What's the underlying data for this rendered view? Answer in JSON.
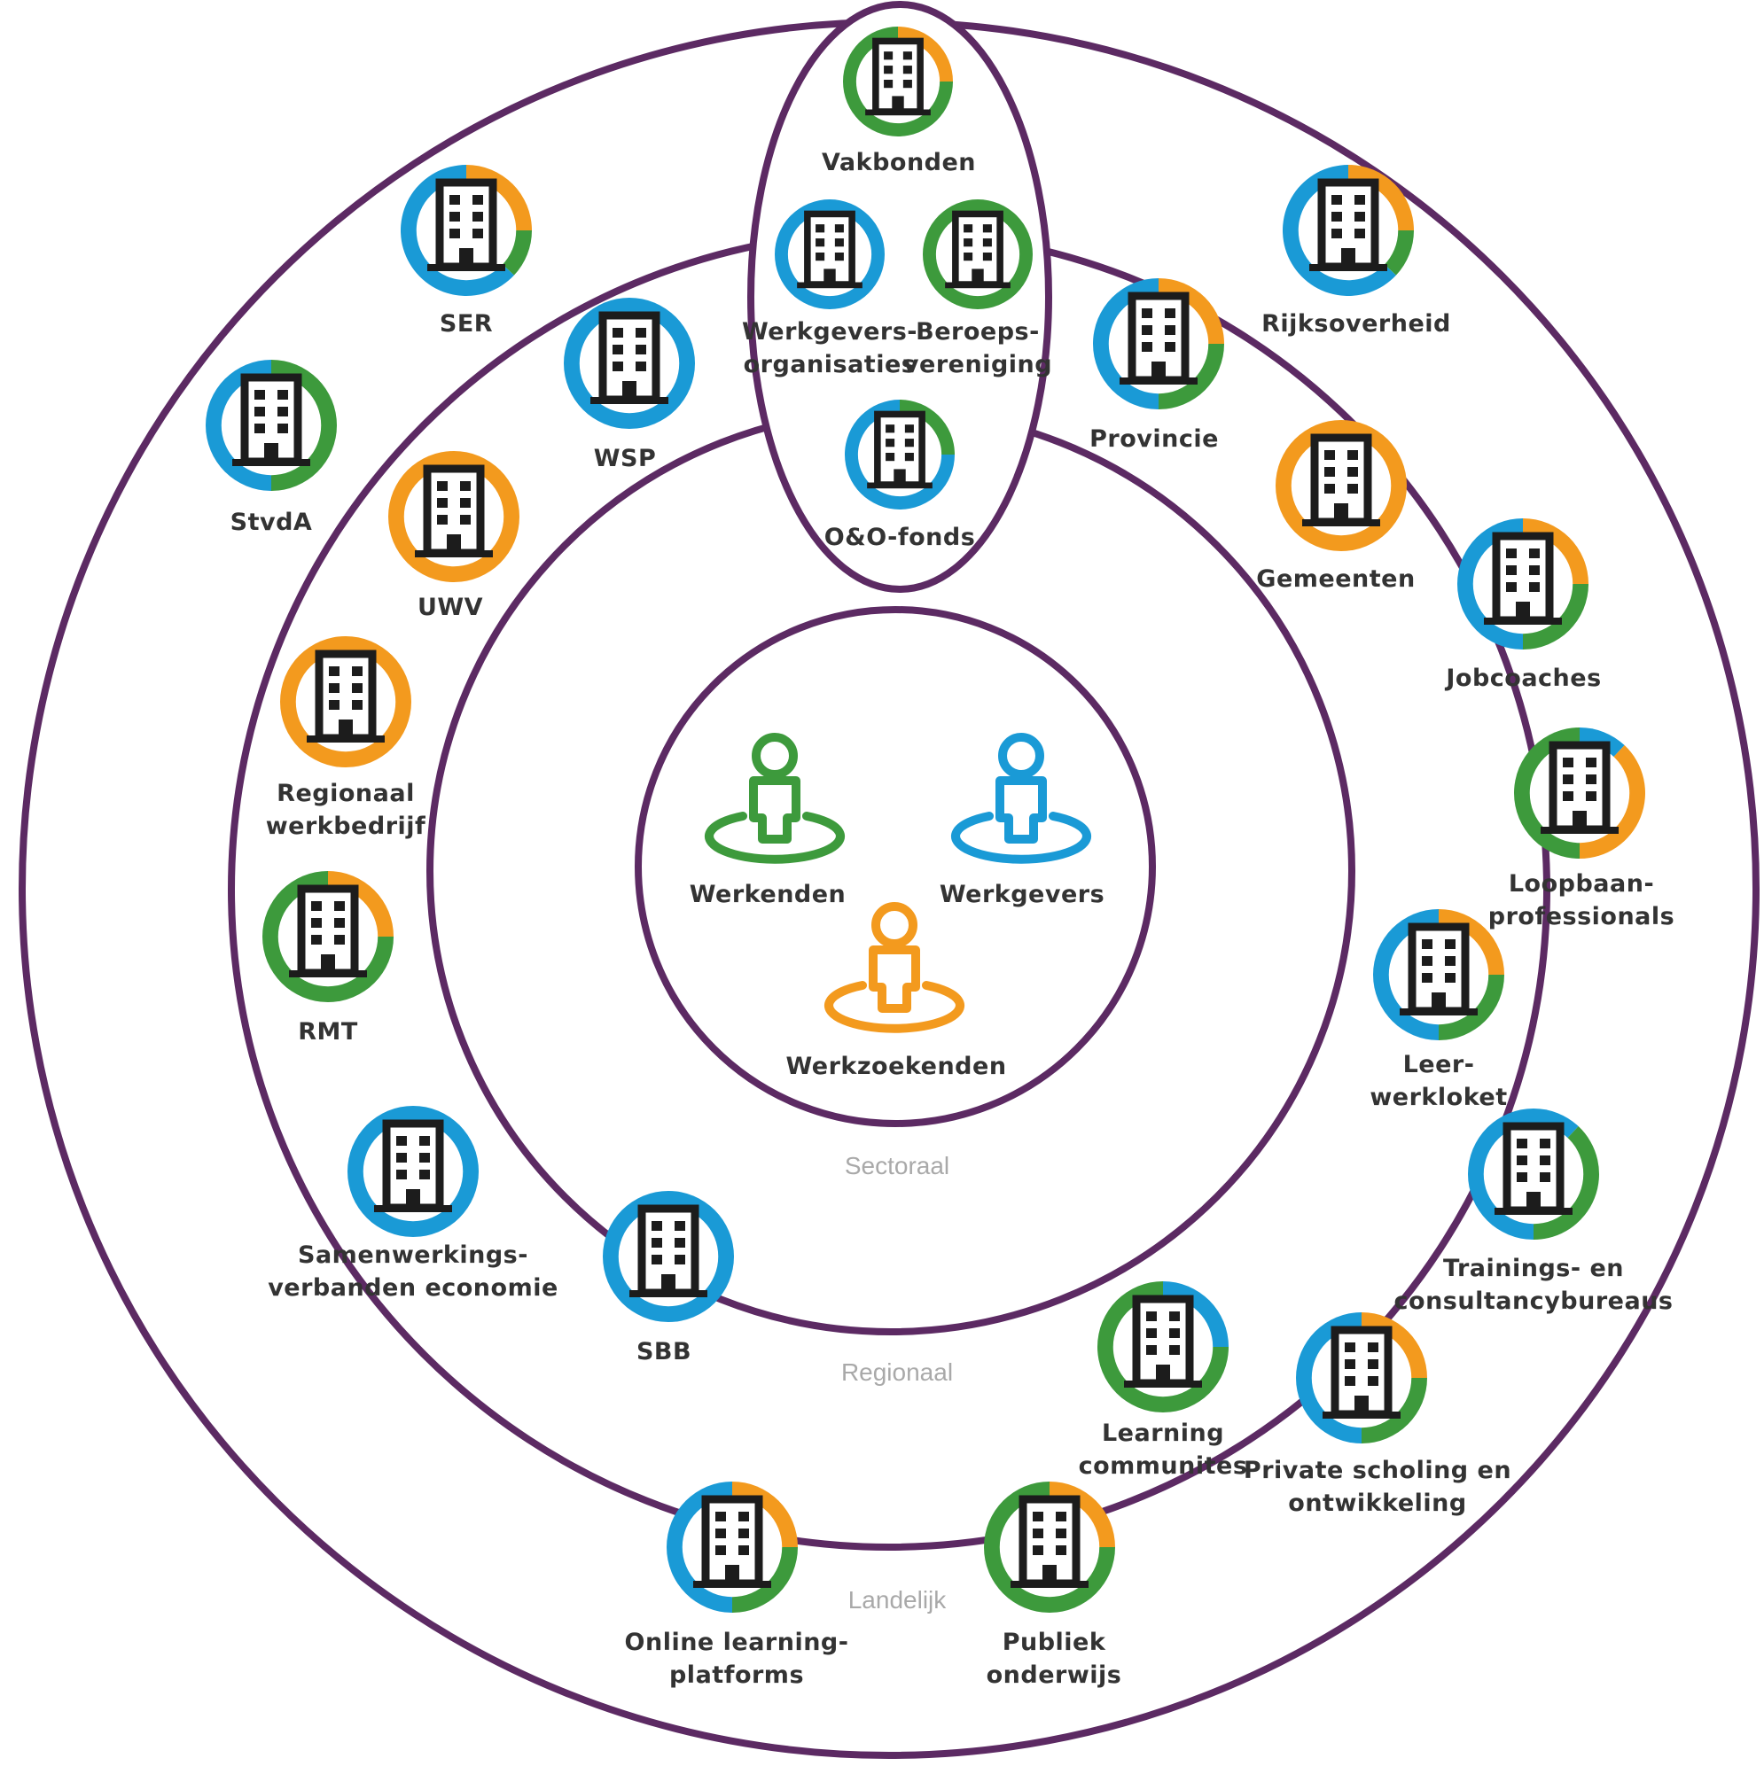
{
  "colors": {
    "ring": "#5c2a63",
    "blue": "#1a9ad6",
    "orange": "#f39a1e",
    "green": "#3d9a3c",
    "icon": "#1c1c1c"
  },
  "rings": {
    "sectoraal": "Sectoraal",
    "regionaal": "Regionaal",
    "landelijk": "Landelijk"
  },
  "center": {
    "werkenden": "Werkenden",
    "werkgevers": "Werkgevers",
    "werkzoekenden": "Werkzoekenden"
  },
  "orgs": {
    "vakbonden": "Vakbonden",
    "werkgevers_1": "Werkgevers-",
    "werkgevers_2": "organisaties",
    "beroeps_1": "Beroeps-",
    "beroeps_2": "vereniging",
    "oofonds": "O&O-fonds",
    "ser": "SER",
    "rijksoverheid": "Rijksoverheid",
    "wsp": "WSP",
    "provincie": "Provincie",
    "stvda": "StvdA",
    "uwv": "UWV",
    "gemeenten": "Gemeenten",
    "jobcoaches": "Jobcoaches",
    "regionaal_1": "Regionaal",
    "regionaal_2": "werkbedrijf",
    "loopbaan_1": "Loopbaan-",
    "loopbaan_2": "professionals",
    "rmt": "RMT",
    "leer_1": "Leer-",
    "leer_2": "werkloket",
    "samen_1": "Samenwerkings-",
    "samen_2": "verbanden economie",
    "trainings_1": "Trainings- en",
    "trainings_2": "consultancybureaus",
    "sbb": "SBB",
    "learning_1": "Learning",
    "learning_2": "communites",
    "private_1": "Private scholing en",
    "private_2": "ontwikkeling",
    "online_1": "Online learning-",
    "online_2": "platforms",
    "publiek_1": "Publiek",
    "publiek_2": "onderwijs"
  }
}
